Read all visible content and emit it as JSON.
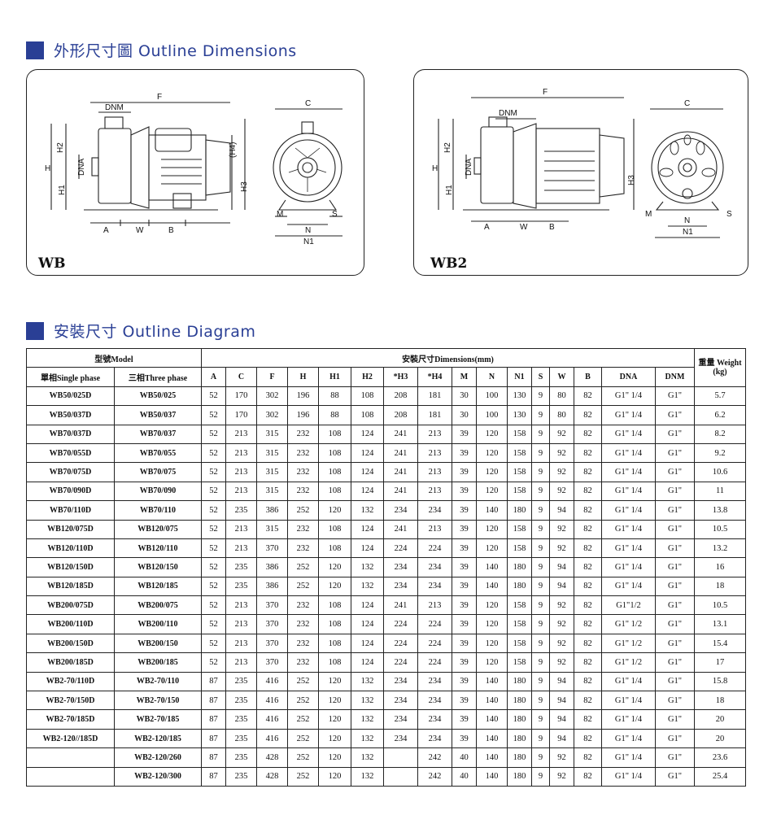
{
  "sections": {
    "outline_dimensions": "外形尺寸圖  Outline Dimensions",
    "outline_diagram": "安裝尺寸  Outline Diagram"
  },
  "panels": {
    "wb": {
      "label": "WB",
      "dims": {
        "F": "F",
        "DNM": "DNM",
        "H": "H",
        "H2": "H2",
        "DNA": "DNA",
        "H1": "H1",
        "H4": "(H4)",
        "H3": "H3",
        "A": "A",
        "W": "W",
        "B": "B",
        "C": "C",
        "M": "M",
        "S": "S",
        "N": "N",
        "N1": "N1"
      }
    },
    "wb2": {
      "label": "WB2",
      "dims": {
        "F": "F",
        "DNM": "DNM",
        "H": "H",
        "H2": "H2",
        "DNA": "DNA",
        "H1": "H1",
        "H3": "H3",
        "A": "A",
        "W": "W",
        "B": "B",
        "C": "C",
        "M": "M",
        "S": "S",
        "N": "N",
        "N1": "N1"
      }
    }
  },
  "table": {
    "model_header": "型號Model",
    "dimensions_header": "安裝尺寸Dimensions(mm)",
    "weight_header": "重量 Weight",
    "weight_unit": "(kg)",
    "single_phase": "單相Single phase",
    "three_phase": "三相Three phase",
    "columns": [
      "A",
      "C",
      "F",
      "H",
      "H1",
      "H2",
      "*H3",
      "*H4",
      "M",
      "N",
      "N1",
      "S",
      "W",
      "B",
      "DNA",
      "DNM"
    ],
    "rows": [
      [
        "WB50/025D",
        "WB50/025",
        "52",
        "170",
        "302",
        "196",
        "88",
        "108",
        "208",
        "181",
        "30",
        "100",
        "130",
        "9",
        "80",
        "82",
        "G1\" 1/4",
        "G1\"",
        "5.7"
      ],
      [
        "WB50/037D",
        "WB50/037",
        "52",
        "170",
        "302",
        "196",
        "88",
        "108",
        "208",
        "181",
        "30",
        "100",
        "130",
        "9",
        "80",
        "82",
        "G1\" 1/4",
        "G1\"",
        "6.2"
      ],
      [
        "WB70/037D",
        "WB70/037",
        "52",
        "213",
        "315",
        "232",
        "108",
        "124",
        "241",
        "213",
        "39",
        "120",
        "158",
        "9",
        "92",
        "82",
        "G1\" 1/4",
        "G1\"",
        "8.2"
      ],
      [
        "WB70/055D",
        "WB70/055",
        "52",
        "213",
        "315",
        "232",
        "108",
        "124",
        "241",
        "213",
        "39",
        "120",
        "158",
        "9",
        "92",
        "82",
        "G1\" 1/4",
        "G1\"",
        "9.2"
      ],
      [
        "WB70/075D",
        "WB70/075",
        "52",
        "213",
        "315",
        "232",
        "108",
        "124",
        "241",
        "213",
        "39",
        "120",
        "158",
        "9",
        "92",
        "82",
        "G1\" 1/4",
        "G1\"",
        "10.6"
      ],
      [
        "WB70/090D",
        "WB70/090",
        "52",
        "213",
        "315",
        "232",
        "108",
        "124",
        "241",
        "213",
        "39",
        "120",
        "158",
        "9",
        "92",
        "82",
        "G1\" 1/4",
        "G1\"",
        "11"
      ],
      [
        "WB70/110D",
        "WB70/110",
        "52",
        "235",
        "386",
        "252",
        "120",
        "132",
        "234",
        "234",
        "39",
        "140",
        "180",
        "9",
        "94",
        "82",
        "G1\" 1/4",
        "G1\"",
        "13.8"
      ],
      [
        "WB120/075D",
        "WB120/075",
        "52",
        "213",
        "315",
        "232",
        "108",
        "124",
        "241",
        "213",
        "39",
        "120",
        "158",
        "9",
        "92",
        "82",
        "G1\" 1/4",
        "G1\"",
        "10.5"
      ],
      [
        "WB120/110D",
        "WB120/110",
        "52",
        "213",
        "370",
        "232",
        "108",
        "124",
        "224",
        "224",
        "39",
        "120",
        "158",
        "9",
        "92",
        "82",
        "G1\" 1/4",
        "G1\"",
        "13.2"
      ],
      [
        "WB120/150D",
        "WB120/150",
        "52",
        "235",
        "386",
        "252",
        "120",
        "132",
        "234",
        "234",
        "39",
        "140",
        "180",
        "9",
        "94",
        "82",
        "G1\" 1/4",
        "G1\"",
        "16"
      ],
      [
        "WB120/185D",
        "WB120/185",
        "52",
        "235",
        "386",
        "252",
        "120",
        "132",
        "234",
        "234",
        "39",
        "140",
        "180",
        "9",
        "94",
        "82",
        "G1\" 1/4",
        "G1\"",
        "18"
      ],
      [
        "WB200/075D",
        "WB200/075",
        "52",
        "213",
        "370",
        "232",
        "108",
        "124",
        "241",
        "213",
        "39",
        "120",
        "158",
        "9",
        "92",
        "82",
        "G1\"1/2",
        "G1\"",
        "10.5"
      ],
      [
        "WB200/110D",
        "WB200/110",
        "52",
        "213",
        "370",
        "232",
        "108",
        "124",
        "224",
        "224",
        "39",
        "120",
        "158",
        "9",
        "92",
        "82",
        "G1\" 1/2",
        "G1\"",
        "13.1"
      ],
      [
        "WB200/150D",
        "WB200/150",
        "52",
        "213",
        "370",
        "232",
        "108",
        "124",
        "224",
        "224",
        "39",
        "120",
        "158",
        "9",
        "92",
        "82",
        "G1\" 1/2",
        "G1\"",
        "15.4"
      ],
      [
        "WB200/185D",
        "WB200/185",
        "52",
        "213",
        "370",
        "232",
        "108",
        "124",
        "224",
        "224",
        "39",
        "120",
        "158",
        "9",
        "92",
        "82",
        "G1\" 1/2",
        "G1\"",
        "17"
      ],
      [
        "WB2-70/110D",
        "WB2-70/110",
        "87",
        "235",
        "416",
        "252",
        "120",
        "132",
        "234",
        "234",
        "39",
        "140",
        "180",
        "9",
        "94",
        "82",
        "G1\" 1/4",
        "G1\"",
        "15.8"
      ],
      [
        "WB2-70/150D",
        "WB2-70/150",
        "87",
        "235",
        "416",
        "252",
        "120",
        "132",
        "234",
        "234",
        "39",
        "140",
        "180",
        "9",
        "94",
        "82",
        "G1\" 1/4",
        "G1\"",
        "18"
      ],
      [
        "WB2-70/185D",
        "WB2-70/185",
        "87",
        "235",
        "416",
        "252",
        "120",
        "132",
        "234",
        "234",
        "39",
        "140",
        "180",
        "9",
        "94",
        "82",
        "G1\" 1/4",
        "G1\"",
        "20"
      ],
      [
        "WB2-120//185D",
        "WB2-120/185",
        "87",
        "235",
        "416",
        "252",
        "120",
        "132",
        "234",
        "234",
        "39",
        "140",
        "180",
        "9",
        "94",
        "82",
        "G1\" 1/4",
        "G1\"",
        "20"
      ],
      [
        "",
        "WB2-120/260",
        "87",
        "235",
        "428",
        "252",
        "120",
        "132",
        "",
        "242",
        "40",
        "140",
        "180",
        "9",
        "92",
        "82",
        "G1\" 1/4",
        "G1\"",
        "23.6"
      ],
      [
        "",
        "WB2-120/300",
        "87",
        "235",
        "428",
        "252",
        "120",
        "132",
        "",
        "242",
        "40",
        "140",
        "180",
        "9",
        "92",
        "82",
        "G1\" 1/4",
        "G1\"",
        "25.4"
      ]
    ]
  }
}
